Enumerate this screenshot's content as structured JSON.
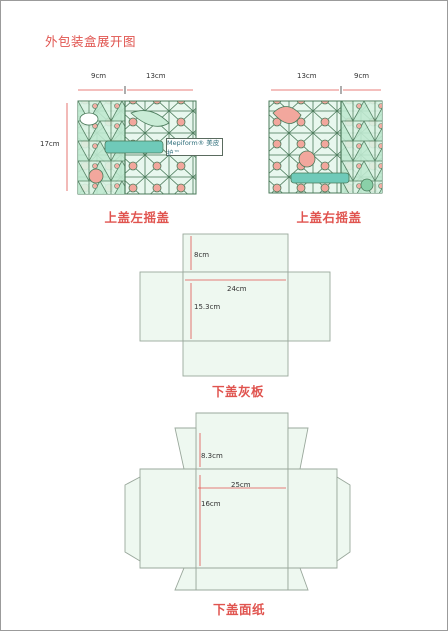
{
  "title": "外包装盒展开图",
  "captions": {
    "top_left_flap": "上盖左摇盖",
    "top_right_flap": "上盖右摇盖",
    "bottom_board": "下盖灰板",
    "bottom_face": "下盖面纸"
  },
  "dimensions": {
    "left_9": "9cm",
    "left_13": "13cm",
    "left_17": "17cm",
    "right_13": "13cm",
    "right_9": "9cm",
    "board_8": "8cm",
    "board_24": "24cm",
    "board_153": "15.3cm",
    "face_83": "8.3cm",
    "face_25": "25cm",
    "face_16": "16cm"
  },
  "brand_label": "Mepiform® 美皮护™",
  "colors": {
    "title": "#e0544f",
    "dimension": "#e0544f",
    "outline": "#9aa89c",
    "pattern_fill": "#d9f2e3",
    "pattern_accent": "#f2a79d",
    "pattern_line": "#4a7a5a"
  }
}
